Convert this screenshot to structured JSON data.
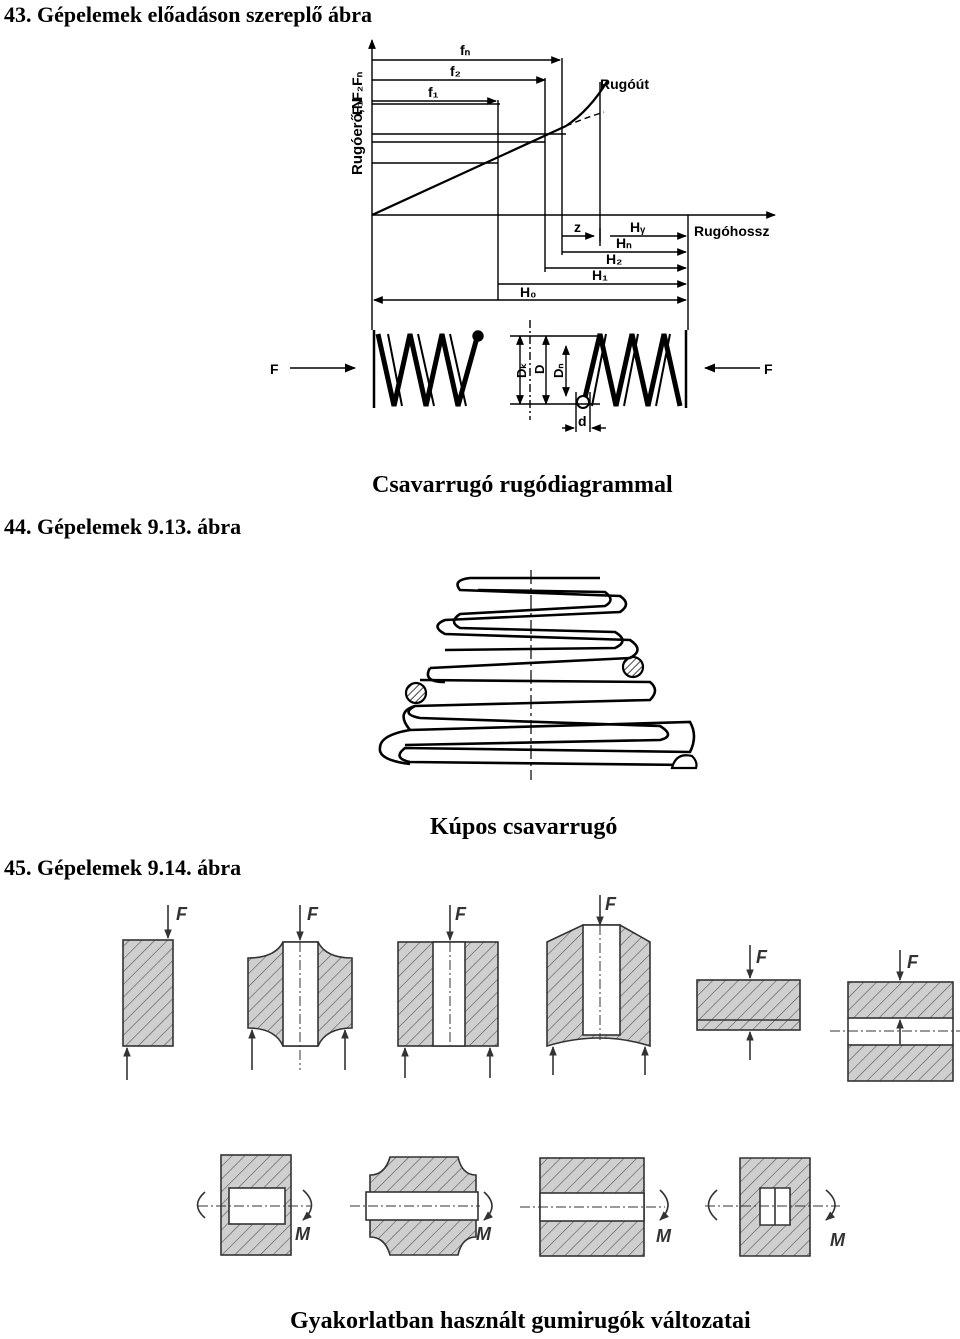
{
  "headings": {
    "fig43": "43. Gépelemek előadáson szereplő ábra",
    "fig44": "44. Gépelemek 9.13. ábra",
    "fig45": "45. Gépelemek 9.14. ábra"
  },
  "captions": {
    "fig43": "Csavarrugó rugódiagrammal",
    "fig44": "Kúpos csavarrugó",
    "fig45": "Gyakorlatban használt gumirugók változatai"
  },
  "diagram": {
    "y_axis": "Rugóerő,N",
    "y_marks": "F₁F₂Fₙ",
    "curve": "Rugóút",
    "x_axis": "Rugóhossz",
    "f_labels": [
      "fₙ",
      "f₂",
      "f₁"
    ],
    "h_labels": [
      "z",
      "Hᵧ",
      "Hₙ",
      "H₂",
      "H₁",
      "H₀"
    ],
    "force": "F",
    "dims": [
      "Dₖ",
      "D",
      "Dₙ",
      "d"
    ]
  },
  "rubber": {
    "force": "F",
    "moment": "M"
  }
}
